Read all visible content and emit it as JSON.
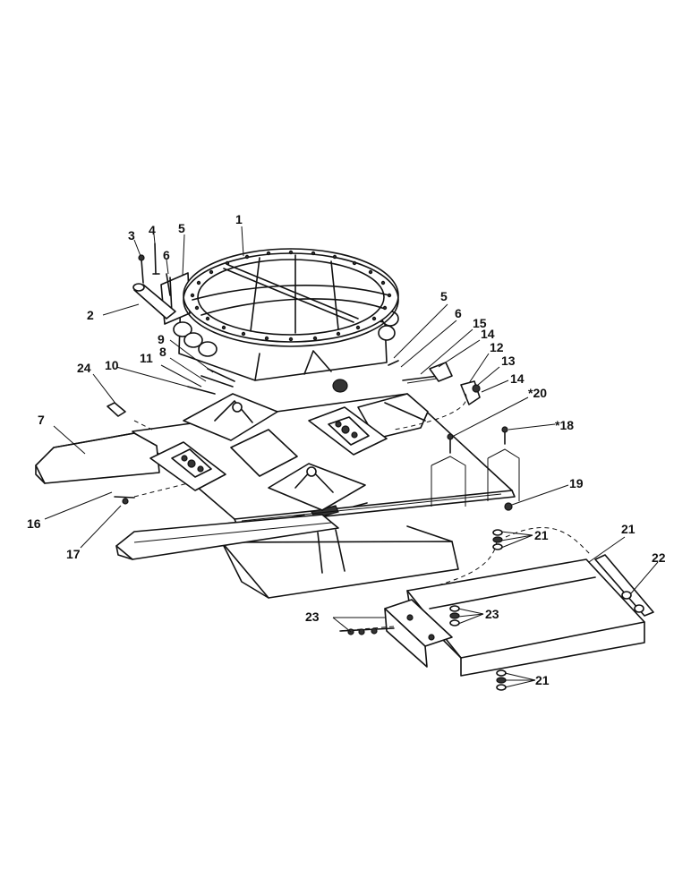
{
  "labels": [
    {
      "id": "l1",
      "text": "1"
    },
    {
      "id": "l2",
      "text": "2"
    },
    {
      "id": "l3",
      "text": "3"
    },
    {
      "id": "l4",
      "text": "4"
    },
    {
      "id": "l5a",
      "text": "5"
    },
    {
      "id": "l5b",
      "text": "5"
    },
    {
      "id": "l6a",
      "text": "6"
    },
    {
      "id": "l6b",
      "text": "6"
    },
    {
      "id": "l7",
      "text": "7"
    },
    {
      "id": "l8",
      "text": "8"
    },
    {
      "id": "l9",
      "text": "9"
    },
    {
      "id": "l10",
      "text": "10"
    },
    {
      "id": "l11",
      "text": "11"
    },
    {
      "id": "l12",
      "text": "12"
    },
    {
      "id": "l13",
      "text": "13"
    },
    {
      "id": "l14a",
      "text": "14"
    },
    {
      "id": "l14b",
      "text": "14"
    },
    {
      "id": "l15",
      "text": "15"
    },
    {
      "id": "l16",
      "text": "16"
    },
    {
      "id": "l17",
      "text": "17"
    },
    {
      "id": "l18",
      "text": "*18"
    },
    {
      "id": "l19",
      "text": "19"
    },
    {
      "id": "l20",
      "text": "*20"
    },
    {
      "id": "l21a",
      "text": "21"
    },
    {
      "id": "l21b",
      "text": "21"
    },
    {
      "id": "l21c",
      "text": "21"
    },
    {
      "id": "l22",
      "text": "22"
    },
    {
      "id": "l23a",
      "text": "23"
    },
    {
      "id": "l23b",
      "text": "23"
    },
    {
      "id": "l24",
      "text": "24"
    }
  ]
}
